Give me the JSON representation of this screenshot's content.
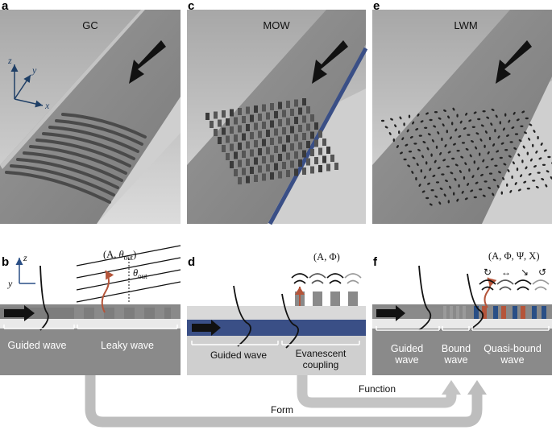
{
  "panels": {
    "a": {
      "letter": "a",
      "title": "GC"
    },
    "c": {
      "letter": "c",
      "title": "MOW"
    },
    "e": {
      "letter": "e",
      "title": "LWM"
    },
    "b": {
      "letter": "b",
      "params_prefix": "(A, ",
      "params_theta": "θ",
      "params_sub": "out",
      "params_suffix": ")",
      "angle_theta": "θ",
      "angle_sub": "out",
      "regions": [
        "Guided wave",
        "Leaky wave"
      ]
    },
    "d": {
      "letter": "d",
      "params": "(A, Φ)",
      "regions": [
        "Guided wave",
        "Evanescent",
        "coupling"
      ]
    },
    "f": {
      "letter": "f",
      "params": "(A, Φ, Ψ, X)",
      "regions": [
        "Guided",
        "wave",
        "Bound",
        "wave",
        "Quasi-bound",
        "wave"
      ],
      "symbols": [
        "↻",
        "↔",
        "↘",
        "↺"
      ]
    }
  },
  "axes_top": {
    "z": "z",
    "y": "y",
    "x": "x"
  },
  "axes_bottom": {
    "z": "z",
    "y": "y"
  },
  "flow": {
    "function_label": "Function",
    "form_label": "Form"
  },
  "colors": {
    "waveguide": "#8a8a8a",
    "blue_guide": "#3a4f86",
    "emission": "#b5553a",
    "flow_arrow": "#b8b8b8"
  }
}
